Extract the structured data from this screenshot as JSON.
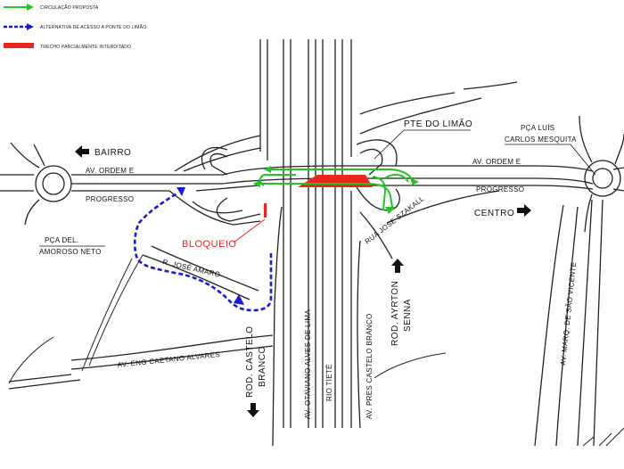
{
  "legend": {
    "proposed": "CIRCULAÇÃO PROPOSTA",
    "alternative": "ALTERNATIVA DE ACESSO A PONTE DO LIMÃO",
    "blocked_section": "TRECHO PARCIALMENTE INTERDITADO"
  },
  "labels": {
    "bairro": "BAIRRO",
    "centro": "CENTRO",
    "av_ordem_e_left": "AV. ORDEM E",
    "av_ordem_e_right": "AV. ORDEM E",
    "progresso_left": "PROGRESSO",
    "progresso_right": "PROGRESSO",
    "pte_limao": "PTE DO LIMÃO",
    "pca_luis_1": "PÇA LUÍS",
    "pca_luis_2": "CARLOS MESQUITA",
    "pca_del_1": "PÇA DEL.",
    "pca_del_2": "AMOROSO NETO",
    "bloqueio": "BLOQUEIO",
    "jose_amaro": "R. JOSÉ AMARO",
    "jose_szakall": "RUA JOSE SZAKALL",
    "ayrton_1": "ROD. AYRTON",
    "ayrton_2": "SENNA",
    "castelo_1": "ROD. CASTELO",
    "castelo_2": "BRANCO",
    "caetano": "AV. ENG CAETANO ALVARES",
    "otaviano": "AV. OTAVIANO ALVES DE LIMA",
    "rio_tiete": "RIO TIETÊ",
    "pres_castelo": "AV. PRES CASTELO BRANCO",
    "sao_vicente": "AV. MARQ. DE SÃO VICENTE"
  },
  "colors": {
    "proposed": "#22c322",
    "alternative": "#1a1ad0",
    "blocked": "#e8281c",
    "road": "#222222"
  }
}
